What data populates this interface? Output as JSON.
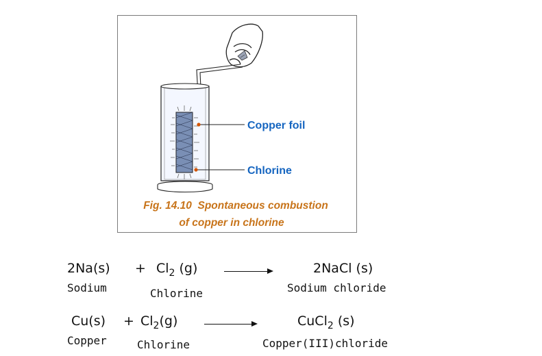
{
  "figure": {
    "label_foil": "Copper foil",
    "label_gas": "Chlorine",
    "caption_line1": "Fig. 14.10  Spontaneous combustion",
    "caption_line2": "of copper in chlorine",
    "colors": {
      "label_text": "#1565c0",
      "caption_text": "#c8741a",
      "leader_dot": "#d35400",
      "border": "#7a7a7a"
    }
  },
  "equations": [
    {
      "lhs1": "2Na(s)",
      "plus": "+",
      "lhs2_element": "Cl",
      "lhs2_subscript": "2",
      "lhs2_state": "(g)",
      "product_element": "2NaCl",
      "product_subscript": "",
      "product_state": "(s)",
      "name1": "Sodium",
      "name2": "Chlorine",
      "name3": "Sodium chloride"
    },
    {
      "lhs1": "Cu(s)",
      "plus": "+",
      "lhs2_element": "Cl",
      "lhs2_subscript": "2",
      "lhs2_state": "(g)",
      "product_element": "CuCl",
      "product_subscript": "2",
      "product_state": "(s)",
      "name1": "Copper",
      "name2": "Chlorine",
      "name3": "Copper(III)chloride"
    }
  ]
}
